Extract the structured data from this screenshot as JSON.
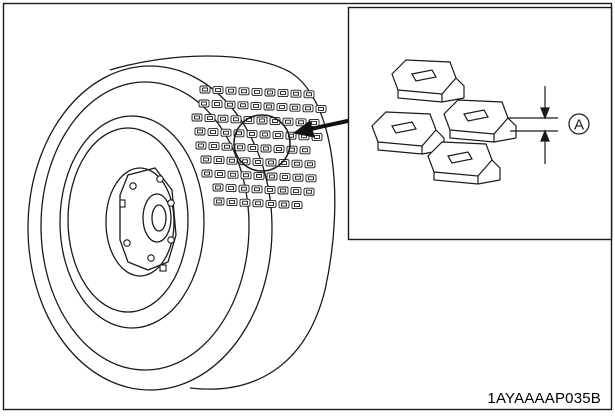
{
  "figure": {
    "code": "1AYAAAAP035B",
    "callout_label": "A"
  },
  "colors": {
    "line": "#1a1a1a",
    "background": "#ffffff"
  },
  "icons": {
    "callout": "circled-letter"
  }
}
